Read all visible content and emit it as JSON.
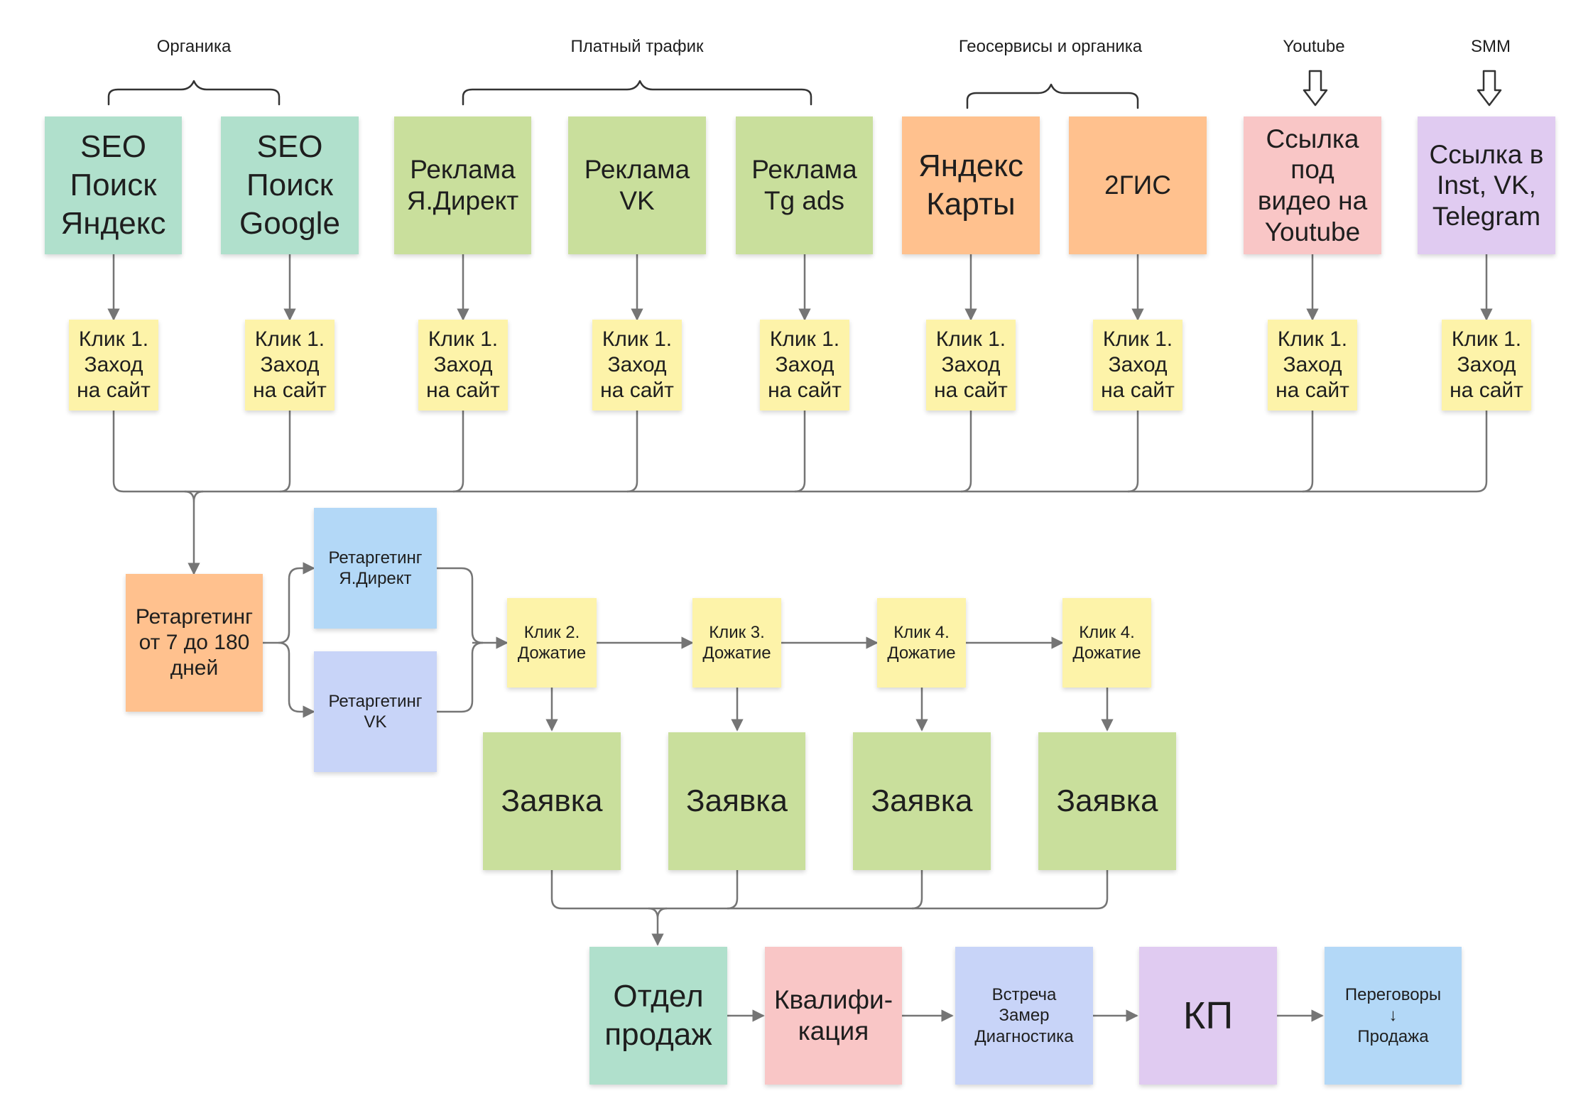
{
  "colors": {
    "mint": "#b0e0cc",
    "green": "#c9df9c",
    "orange": "#ffc18e",
    "pink": "#f9c6c6",
    "lavender": "#e0cbf1",
    "yellow": "#fdf3a9",
    "sky": "#b3d8f7",
    "periwinkle": "#c8d4f8",
    "line": "#757575"
  },
  "groups": [
    {
      "id": "organic",
      "label": "Органика"
    },
    {
      "id": "paid",
      "label": "Платный трафик"
    },
    {
      "id": "geo",
      "label": "Геосервисы и органика"
    },
    {
      "id": "youtube",
      "label": "Youtube"
    },
    {
      "id": "smm",
      "label": "SMM"
    }
  ],
  "sources": [
    {
      "id": "seo-yandex",
      "label": "SEO\nПоиск\nЯндекс",
      "color": "mint"
    },
    {
      "id": "seo-google",
      "label": "SEO\nПоиск\nGoogle",
      "color": "mint"
    },
    {
      "id": "ads-yandex",
      "label": "Реклама\nЯ.Директ",
      "color": "green"
    },
    {
      "id": "ads-vk",
      "label": "Реклама\nVK",
      "color": "green"
    },
    {
      "id": "ads-tg",
      "label": "Реклама\nTg ads",
      "color": "green"
    },
    {
      "id": "yandex-maps",
      "label": "Яндекс\nКарты",
      "color": "orange"
    },
    {
      "id": "2gis",
      "label": "2ГИС",
      "color": "orange"
    },
    {
      "id": "youtube-link",
      "label": "Ссылка\nпод\nвидео на\nYoutube",
      "color": "pink"
    },
    {
      "id": "smm-link",
      "label": "Ссылка в\nInst, VK,\nTelegram",
      "color": "lavender"
    }
  ],
  "click1_label": "Клик 1.\nЗаход\nна сайт",
  "retarget": {
    "main": "Ретаргетинг\nот 7 до 180\nдней",
    "yandex": "Ретаргетинг\nЯ.Директ",
    "vk": "Ретаргетинг\nVK"
  },
  "followups": [
    "Клик 2.\nДожатие",
    "Клик 3.\nДожатие",
    "Клик 4.\nДожатие",
    "Клик 4.\nДожатие"
  ],
  "lead_label": "Заявка",
  "sales": [
    {
      "id": "sales-dept",
      "label": "Отдел\nпродаж",
      "color": "mint"
    },
    {
      "id": "qualification",
      "label": "Квалифи-\nкация",
      "color": "pink"
    },
    {
      "id": "meeting",
      "label": "Встреча\nЗамер\nДиагностика",
      "color": "periwinkle"
    },
    {
      "id": "kp",
      "label": "КП",
      "color": "lavender"
    },
    {
      "id": "negotiation",
      "label": "Переговоры\n↓\nПродажа",
      "color": "sky"
    }
  ]
}
